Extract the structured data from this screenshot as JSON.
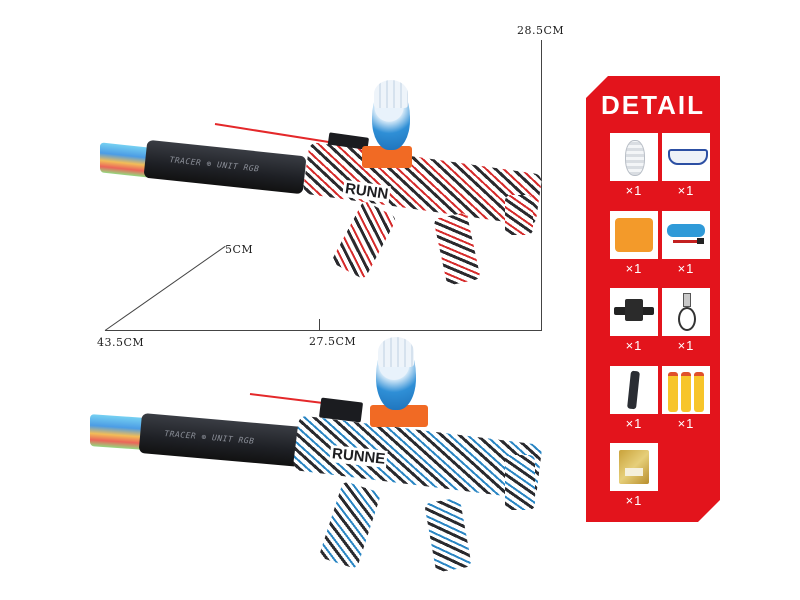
{
  "dimensions": {
    "height": "28.5CM",
    "width": "5CM",
    "length_total": "43.5CM",
    "length_body": "27.5CM"
  },
  "guns": [
    {
      "name": "gel-blaster-red-graffiti",
      "variant_color": "#d62b2b",
      "silencer_text": "TRACER ⊕ UNIT RGB",
      "body_text": "RUNN"
    },
    {
      "name": "gel-blaster-blue-graffiti",
      "variant_color": "#2a86c4",
      "silencer_text": "TRACER ⊕ UNIT RGB",
      "body_text": "RUNNE"
    }
  ],
  "detail_panel": {
    "title": "DETAIL",
    "color": "#e3141c",
    "items": [
      {
        "name": "hopper",
        "qty": "×1"
      },
      {
        "name": "goggles",
        "qty": "×1"
      },
      {
        "name": "magazine-feeder",
        "qty": "×1"
      },
      {
        "name": "battery",
        "qty": "×1"
      },
      {
        "name": "laser-sight",
        "qty": "×1"
      },
      {
        "name": "usb-charging-cable",
        "qty": "×1"
      },
      {
        "name": "silencer",
        "qty": "×1"
      },
      {
        "name": "foam-darts",
        "qty": "×1"
      },
      {
        "name": "gel-ball-pack",
        "qty": "×1"
      }
    ]
  }
}
